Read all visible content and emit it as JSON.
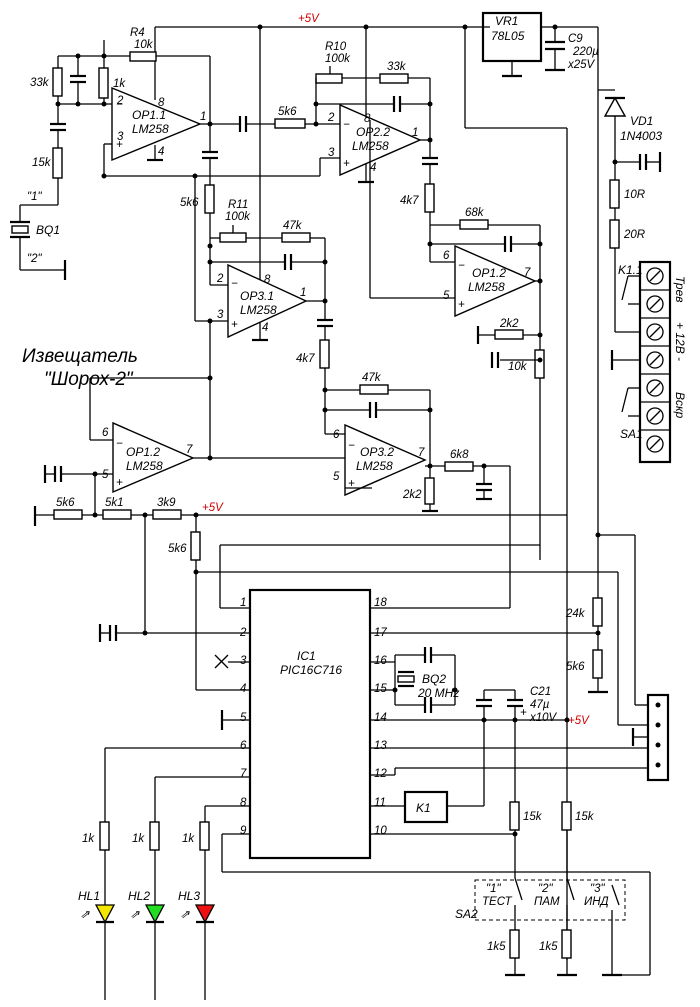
{
  "title": {
    "line1": "Извещатель",
    "line2": "\"Шорох-2\""
  },
  "rails": {
    "vcc_top": "+5V",
    "vcc_mid": "+5V",
    "vcc_ic": "+5V"
  },
  "regulator": {
    "ref": "VR1",
    "part": "78L05"
  },
  "capacitors": {
    "c9": "C9",
    "c9_value": "220µ",
    "c9_volt": "x25V",
    "c21": "C21",
    "c21_value": "47µ",
    "c21_volt": "x10V"
  },
  "diode": {
    "ref": "VD1",
    "part": "1N4003"
  },
  "sensor": {
    "ref": "BQ1",
    "pin1": "\"1\"",
    "pin2": "\"2\""
  },
  "crystal": {
    "ref": "BQ2",
    "freq": "20 MHz"
  },
  "opamps": {
    "op11": {
      "ref": "OP1.1",
      "part": "LM258"
    },
    "op22": {
      "ref": "OP2.2",
      "part": "LM258"
    },
    "op31": {
      "ref": "OP3.1",
      "part": "LM258"
    },
    "op12a": {
      "ref": "OP1.2",
      "part": "LM258"
    },
    "op12b": {
      "ref": "OP1.2",
      "part": "LM258"
    },
    "op32": {
      "ref": "OP3.2",
      "part": "LM258"
    }
  },
  "resistors": {
    "r4": "R4",
    "r4v": "10k",
    "r10": "R10",
    "r10v": "100k",
    "r11": "R11",
    "r11v": "100k",
    "r33k_a": "33k",
    "r1k_a": "1k",
    "r15k_a": "15k",
    "r5k6_a": "5k6",
    "r33k_b": "33k",
    "r5k6_b": "5k6",
    "r47k_a": "47k",
    "r4k7_a": "4k7",
    "r68k": "68k",
    "r2k2_a": "2k2",
    "r10k": "10k",
    "r4k7_b": "4k7",
    "r47k_b": "47k",
    "r6k8": "6k8",
    "r2k2_b": "2k2",
    "r10r": "10R",
    "r20r": "20R",
    "r5k6_c": "5k6",
    "r5k1": "5k1",
    "r3k9": "3k9",
    "r5k6_d": "5k6",
    "r24k": "24k",
    "r5k6_e": "5k6",
    "r1k_b": "1k",
    "r1k_c": "1k",
    "r1k_d": "1k",
    "r15k_b": "15k",
    "r15k_c": "15k",
    "r1k5_a": "1k5",
    "r1k5_b": "1k5"
  },
  "mcu": {
    "ref": "IC1",
    "part": "PIC16C716",
    "left_pins": [
      "1",
      "2",
      "3",
      "4",
      "5",
      "6",
      "7",
      "8",
      "9"
    ],
    "right_pins": [
      "18",
      "17",
      "16",
      "15",
      "14",
      "13",
      "12",
      "11",
      "10"
    ]
  },
  "relay": {
    "ref": "K1",
    "contact": "K1.1"
  },
  "switch": {
    "ref": "SA1"
  },
  "terminals": {
    "trev": "Трев",
    "power": "+ 12В -",
    "vskr": "Вскр"
  },
  "leds": [
    {
      "ref": "HL1",
      "color": "#f2e600"
    },
    {
      "ref": "HL2",
      "color": "#22dd22"
    },
    {
      "ref": "HL3",
      "color": "#ee1111"
    }
  ],
  "sa2": {
    "ref": "SA2",
    "modes": [
      {
        "num": "\"1\"",
        "label": "ТЕСТ"
      },
      {
        "num": "\"2\"",
        "label": "ПАМ"
      },
      {
        "num": "\"3\"",
        "label": "ИНД"
      }
    ]
  }
}
